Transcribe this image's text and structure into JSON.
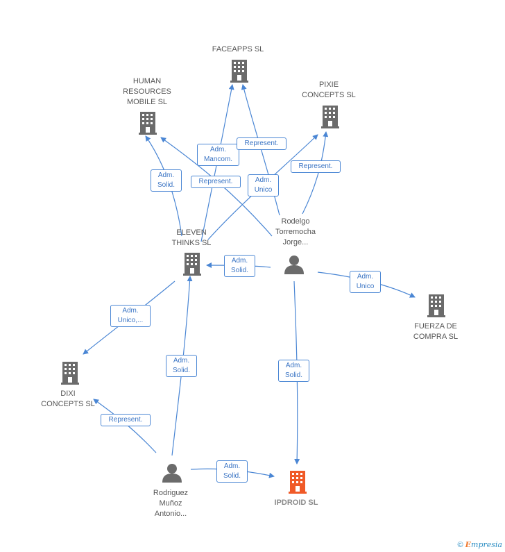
{
  "colors": {
    "edge": "#4a86d4",
    "company": "#6b6b6b",
    "highlight": "#f05a28",
    "person": "#6b6b6b"
  },
  "nodes": {
    "faceapps": {
      "label": "FACEAPPS SL",
      "icon": "building-icon"
    },
    "human": {
      "label": "HUMAN\nRESOURCES\nMOBILE SL",
      "icon": "building-icon"
    },
    "pixie": {
      "label": "PIXIE\nCONCEPTS SL",
      "icon": "building-icon"
    },
    "eleven": {
      "label": "ELEVEN\nTHINKS SL",
      "icon": "building-icon"
    },
    "rodelgo": {
      "label": "Rodelgo\nTorremocha\nJorge...",
      "icon": "person-icon"
    },
    "fuerza": {
      "label": "FUERZA DE\nCOMPRA SL",
      "icon": "building-icon"
    },
    "dixi": {
      "label": "DIXI\nCONCEPTS SL",
      "icon": "building-icon"
    },
    "rodriguez": {
      "label": "Rodriguez\nMuñoz\nAntonio...",
      "icon": "person-icon"
    },
    "ipdroid": {
      "label": "IPDROID SL",
      "icon": "building-icon"
    }
  },
  "edges": {
    "e1": "Adm.\nMancom.",
    "e2": "Represent.",
    "e3": "Adm.\nSolid.",
    "e4": "Represent.",
    "e5": "Adm.\nUnico",
    "e6": "Represent.",
    "e7": "Adm.\nSolid.",
    "e8": "Adm.\nUnico",
    "e9": "Adm.\nUnico,...",
    "e10": "Adm.\nSolid.",
    "e11": "Adm.\nSolid.",
    "e12": "Represent.",
    "e13": "Adm.\nSolid."
  },
  "footer": {
    "copyright": "©",
    "brand_first": "E",
    "brand_rest": "mpresia"
  }
}
